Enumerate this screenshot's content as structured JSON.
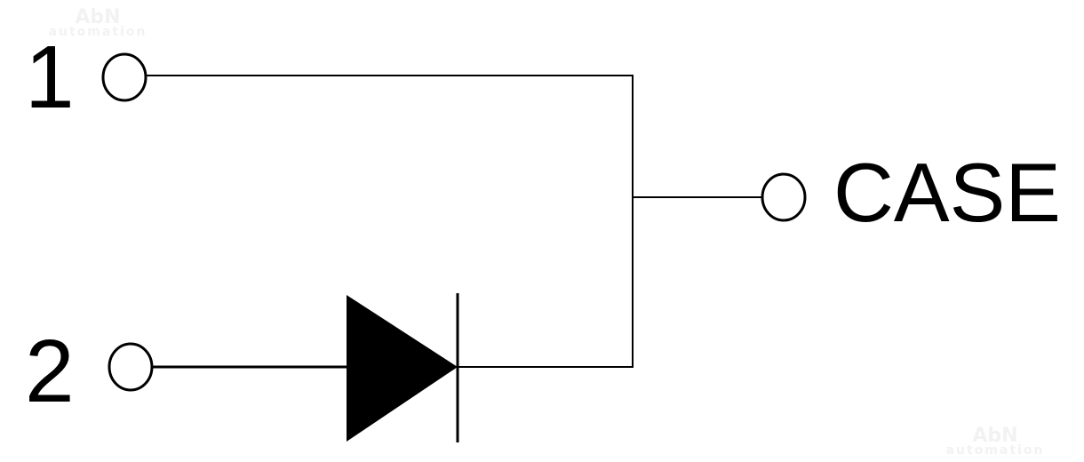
{
  "watermark": {
    "brand": "AbN",
    "sub": "automation"
  },
  "terminals": {
    "pin1": "1",
    "pin2": "2",
    "case": "CASE"
  },
  "components": [
    {
      "type": "diode",
      "from": "2",
      "to": "CASE"
    },
    {
      "type": "wire",
      "from": "1",
      "to": "CASE"
    }
  ],
  "colors": {
    "line": "#000000",
    "background": "#ffffff"
  }
}
